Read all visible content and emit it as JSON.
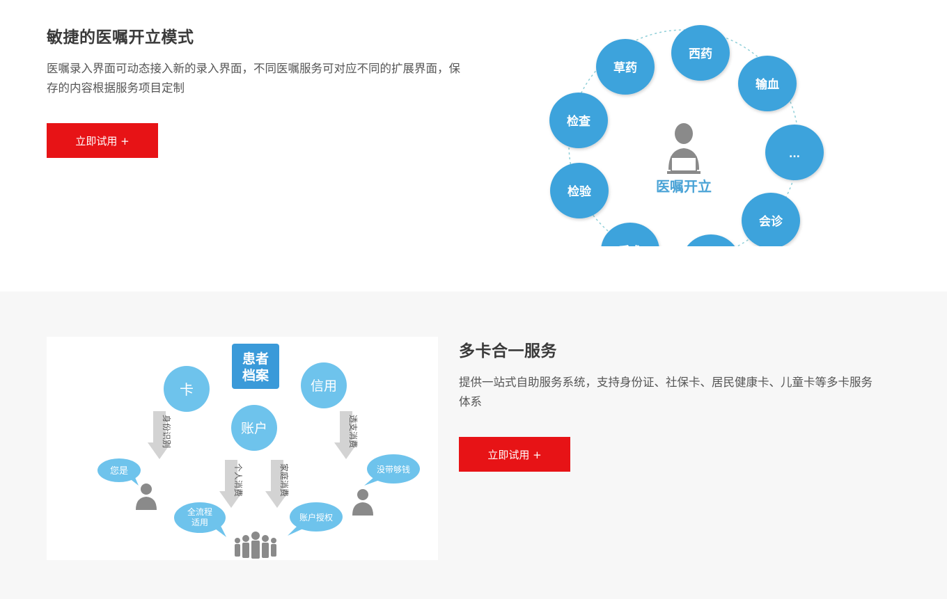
{
  "section1": {
    "title": "敏捷的医嘱开立模式",
    "description": "医嘱录入界面可动态接入新的录入界面，不同医嘱服务可对应不同的扩展界面，保存的内容根据服务项目定制",
    "button_label": "立即试用 +",
    "figure": {
      "center_label": "医嘱开立",
      "nodes": [
        "草药",
        "西药",
        "输血",
        "检查",
        "...",
        "检验",
        "会诊",
        "手术",
        ""
      ]
    }
  },
  "section2": {
    "title": "多卡合一服务",
    "description": "提供一站式自助服务系统，支持身份证、社保卡、居民健康卡、儿童卡等多卡服务体系",
    "button_label": "立即试用 +",
    "figure": {
      "patient_record": [
        "患者",
        "档案"
      ],
      "card": "卡",
      "credit": "信用",
      "account": "账户",
      "arrow_identity": "身份识别",
      "arrow_overdraft": "透支消费",
      "arrow_personal": "个人消费",
      "arrow_family": "家庭消费",
      "bubble_is_you": "您是",
      "bubble_no_money": "没带够钱",
      "bubble_full_process": [
        "全流程",
        "适用"
      ],
      "bubble_auth": "账户授权"
    }
  },
  "colors": {
    "accent": "#e71316",
    "node_blue": "#3ea3dc",
    "light_blue": "#6ec3ec",
    "record_blue": "#3a9ad9",
    "section2_bg": "#f7f7f7"
  }
}
